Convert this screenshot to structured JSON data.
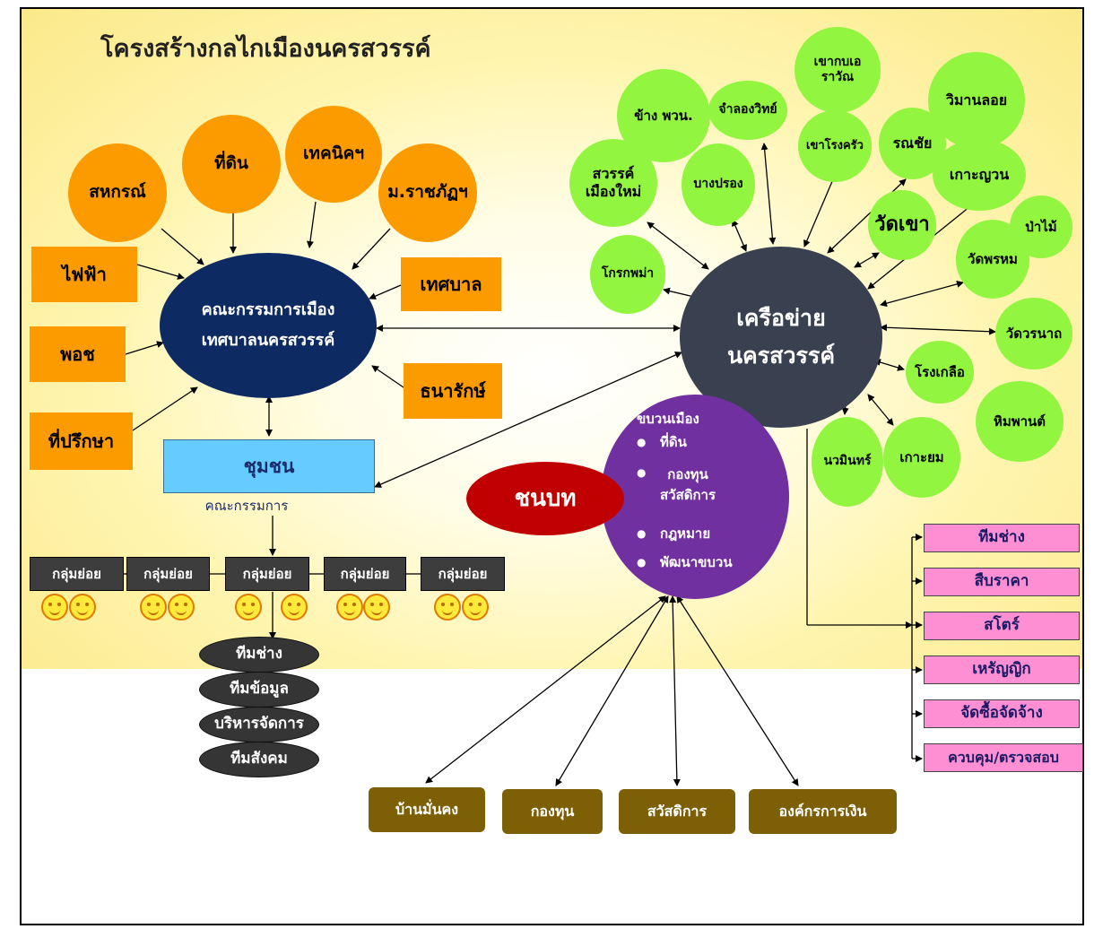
{
  "title": "โครงสร้างกลไกเมืองนครสวรรค์",
  "committee": {
    "center": "คณะกรรมการเมือง\nเทศบาลนครสวรรค์",
    "members": [
      "สหกรณ์",
      "ที่ดิน",
      "เทคนิคฯ",
      "ม.ราชภัฏฯ",
      "ไฟฟ้า",
      "พอช",
      "ที่ปรึกษา",
      "เทศบาล",
      "ธนารักษ์"
    ]
  },
  "community": {
    "label": "ชุมชน",
    "sublabel": "คณะกรรมการ",
    "subgroups": [
      "กลุ่มย่อย",
      "กลุ่มย่อย",
      "กลุ่มย่อย",
      "กลุ่มย่อย",
      "กลุ่มย่อย"
    ],
    "teams": [
      "ทีมช่าง",
      "ทีมข้อมูล",
      "บริหารจัดการ",
      "ทีมสังคม"
    ]
  },
  "network": {
    "center": "เครือข่าย\nนครสวรรค์",
    "members": [
      "ข้าง พวน.",
      "จำลองวิทย์",
      "เขากบเอ\nราวัณ",
      "วิมานลอย",
      "สวรรค์\nเมืองใหม่",
      "บางปรอง",
      "เขาโรงครัว",
      "รณชัย",
      "เกาะญวน",
      "วัดเขา",
      "ป่าไม้",
      "วัดพรหม",
      "โกรกพม่า",
      "วัดวรนาถ",
      "โรงเกลือ",
      "หิมพานต์",
      "นวมินทร์",
      "เกาะยม"
    ]
  },
  "rural": {
    "label": "ชนบท"
  },
  "movement": {
    "title": "ขบวนเมือง",
    "items": [
      "ที่ดิน",
      "กองทุน\nสวัสดิการ",
      "กฎหมาย",
      "พัฒนาขบวน"
    ]
  },
  "bottom_boxes": [
    "บ้านมั่นคง",
    "กองทุน",
    "สวัสดิการ",
    "องค์กรการเงิน"
  ],
  "network_teams": [
    "ทีมช่าง",
    "สืบราคา",
    "สโตร์",
    "เหรัญญิก",
    "จัดซื้อจัดจ้าง",
    "ควบคุม/ตรวจสอบ"
  ],
  "colors": {
    "committee": "#0e2a63",
    "network": "#39404f",
    "movement": "#7030a0",
    "rural": "#c00000",
    "community": "#66ccff",
    "orange": "#fb9b00",
    "green": "#92f540",
    "pink": "#fd8fd2",
    "olive": "#7d5f06"
  }
}
